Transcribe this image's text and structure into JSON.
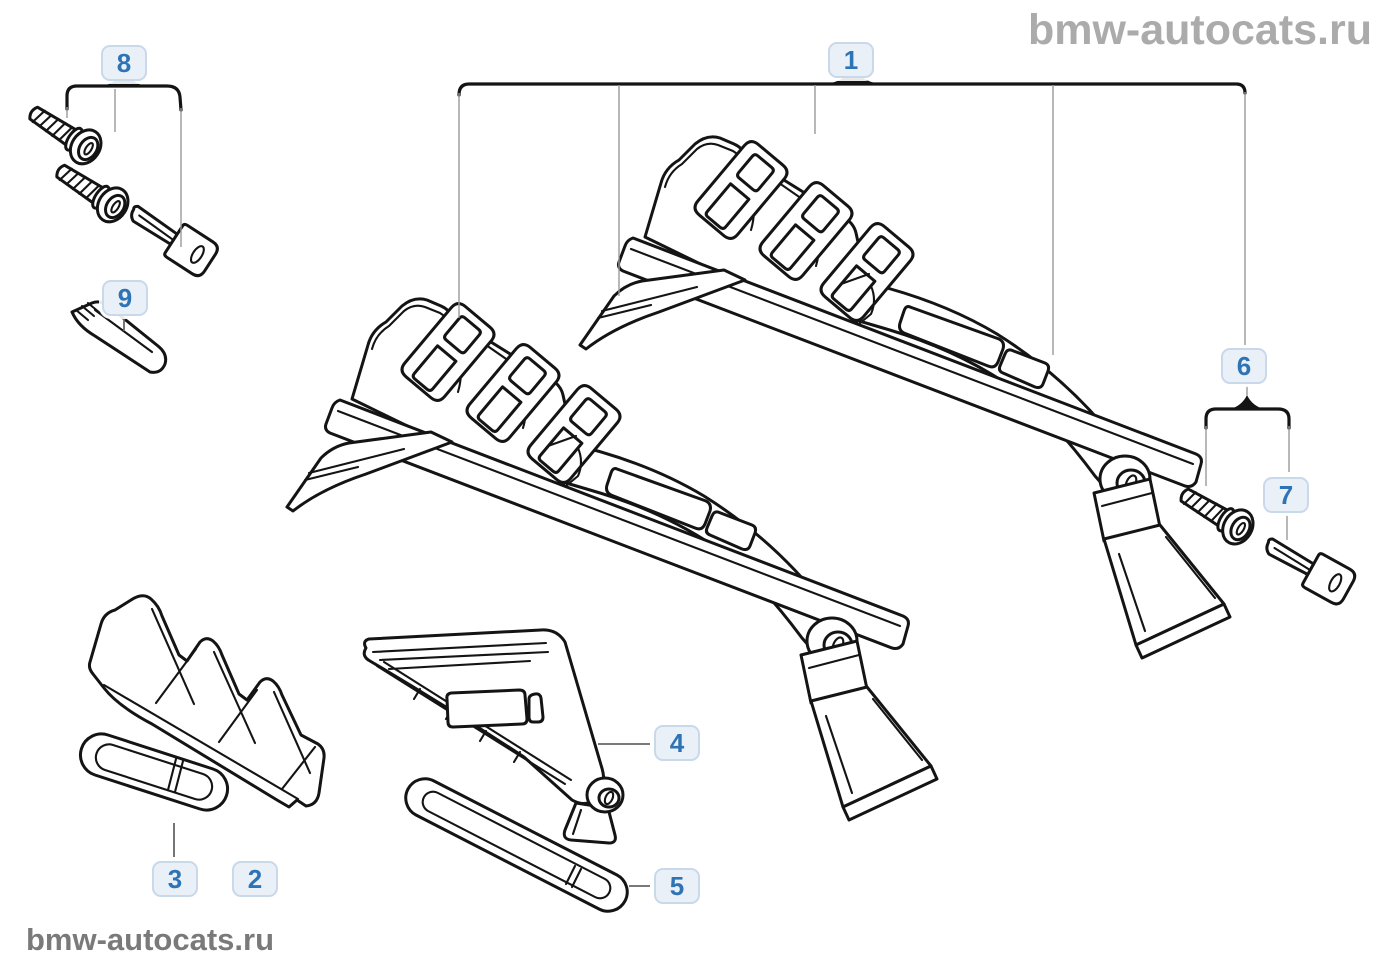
{
  "page": {
    "background": "#ffffff"
  },
  "watermarks": {
    "top_right": "bmw-autocats.ru",
    "bottom_left": "bmw-autocats.ru"
  },
  "colors": {
    "page_bg": "#ffffff",
    "line": "#141414",
    "leader": "#9a9a9a",
    "leader2": "#666666",
    "callout_text": "#2e74b5",
    "callout_bg": "#eaf0f8",
    "callout_border": "#c9d8ea",
    "watermark_top": "#ababab",
    "watermark_bottom": "#7a7a7a"
  },
  "callouts": [
    {
      "label": "1"
    },
    {
      "label": "2"
    },
    {
      "label": "3"
    },
    {
      "label": "4"
    },
    {
      "label": "5"
    },
    {
      "label": "6"
    },
    {
      "label": "7"
    },
    {
      "label": "8"
    },
    {
      "label": "9"
    }
  ]
}
